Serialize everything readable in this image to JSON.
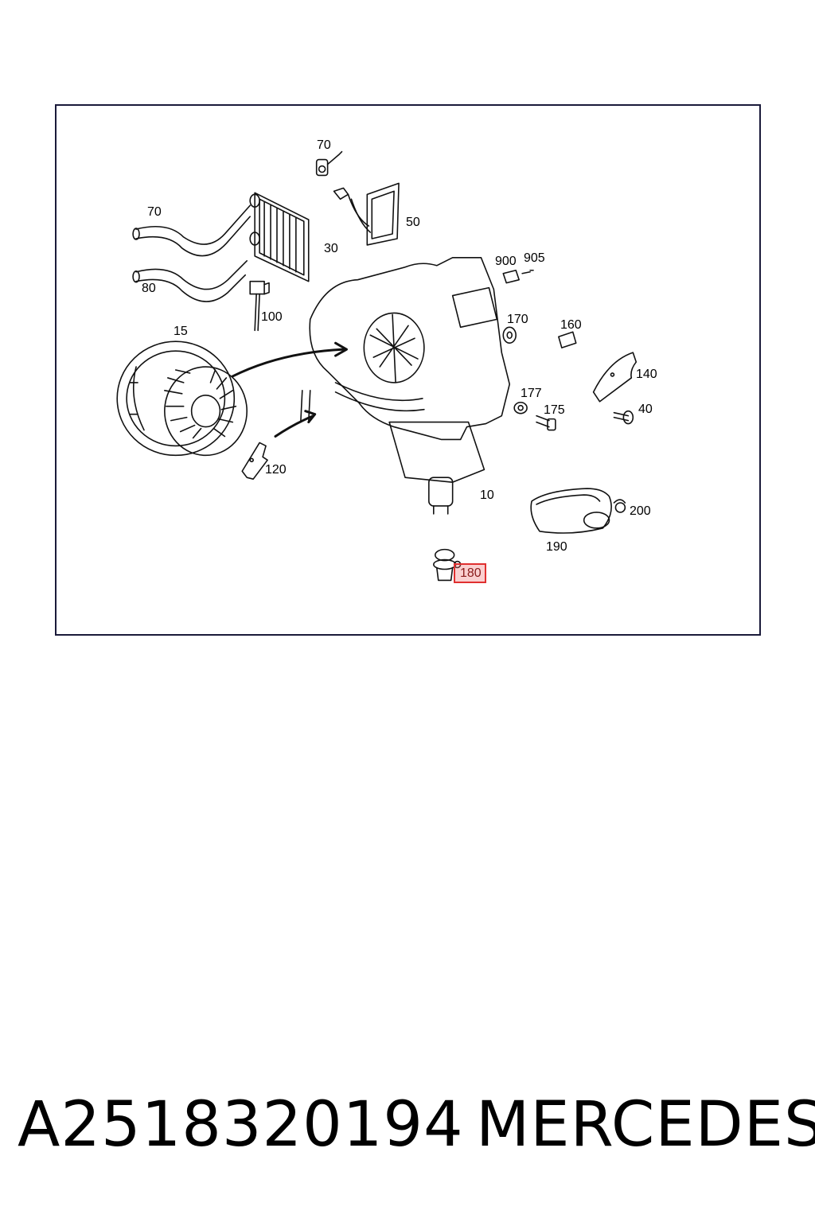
{
  "diagram": {
    "callouts": [
      "10",
      "15",
      "30",
      "40",
      "50",
      "70",
      "70",
      "80",
      "100",
      "120",
      "140",
      "160",
      "170",
      "175",
      "177",
      "180",
      "190",
      "200",
      "900",
      "905"
    ],
    "highlighted_callout": "180",
    "highlight_color": "#e03030"
  },
  "footer": {
    "part_number": "A2518320194",
    "brand": "MERCEDES"
  }
}
